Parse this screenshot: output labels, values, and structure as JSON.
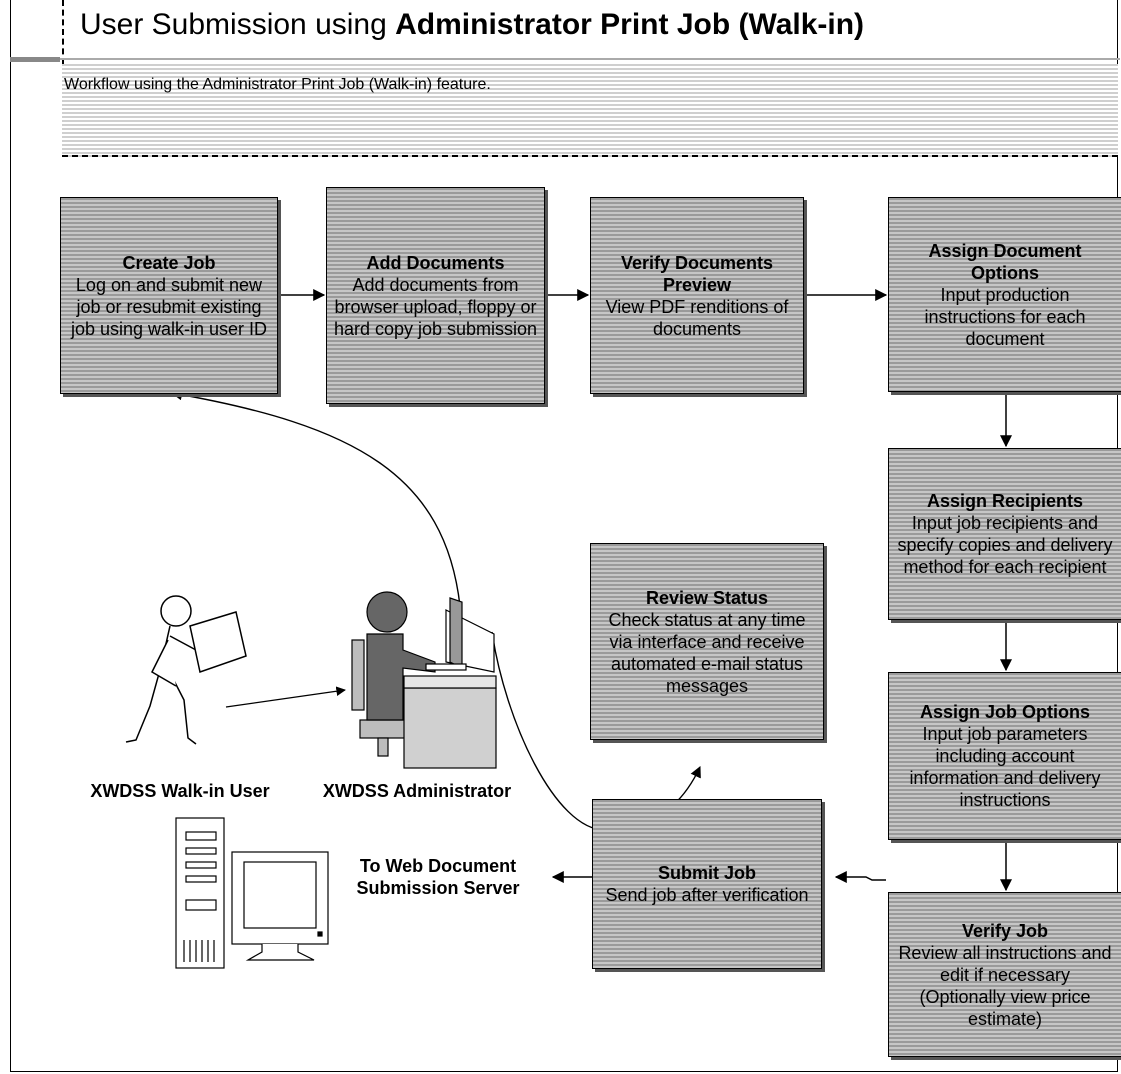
{
  "title": {
    "prefix": "User Submission using ",
    "bold": "Administrator Print Job (Walk-in)"
  },
  "description": "Workflow using the Administrator Print Job (Walk-in) feature.",
  "steps": {
    "create_job": {
      "title": "Create Job",
      "desc": "Log on and submit new job or resubmit existing job using walk-in user ID"
    },
    "add_documents": {
      "title": "Add Documents",
      "desc": "Add documents from browser upload, floppy or hard copy job submission"
    },
    "verify_preview": {
      "title": "Verify Documents Preview",
      "desc": "View PDF renditions of documents"
    },
    "assign_doc_options": {
      "title": "Assign Document Options",
      "desc": "Input production instructions for each document"
    },
    "assign_recipients": {
      "title": "Assign Recipients",
      "desc": "Input job recipients and specify copies and delivery method for each recipient"
    },
    "review_status": {
      "title": "Review Status",
      "desc": "Check status at any time via interface and receive automated e-mail status messages"
    },
    "assign_job_options": {
      "title": "Assign Job Options",
      "desc": "Input job parameters including account information and delivery instructions"
    },
    "verify_job": {
      "title": "Verify Job",
      "desc": "Review all instructions and edit if necessary (Optionally view price estimate)"
    },
    "submit_job": {
      "title": "Submit Job",
      "desc": "Send job after verification"
    }
  },
  "actors": {
    "walkin_user": "XWDSS Walk-in User",
    "administrator": "XWDSS Administrator",
    "server": "To Web Document Submission Server"
  },
  "icons": [
    "walk-in-user-icon",
    "administrator-workstation-icon",
    "server-computer-icon"
  ]
}
